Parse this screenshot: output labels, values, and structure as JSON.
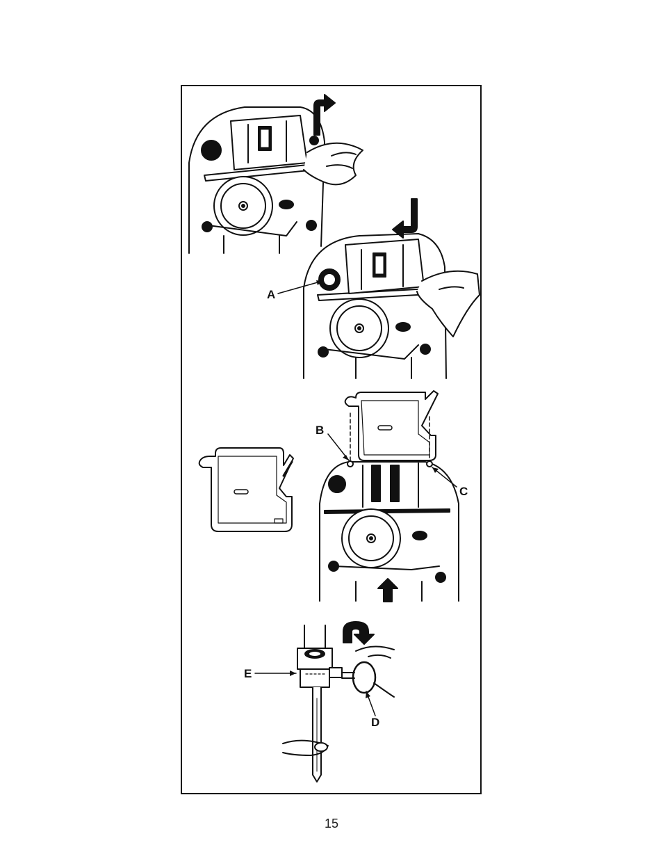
{
  "page": {
    "number": "15"
  },
  "figure": {
    "callouts": {
      "a": "A",
      "b": "B",
      "c": "C",
      "d": "D",
      "e": "E"
    },
    "panels": [
      {
        "id": "remove-needle-plate"
      },
      {
        "id": "replace-needle-plate"
      },
      {
        "id": "attach-slide-plate"
      },
      {
        "id": "needle-clamp"
      }
    ]
  }
}
